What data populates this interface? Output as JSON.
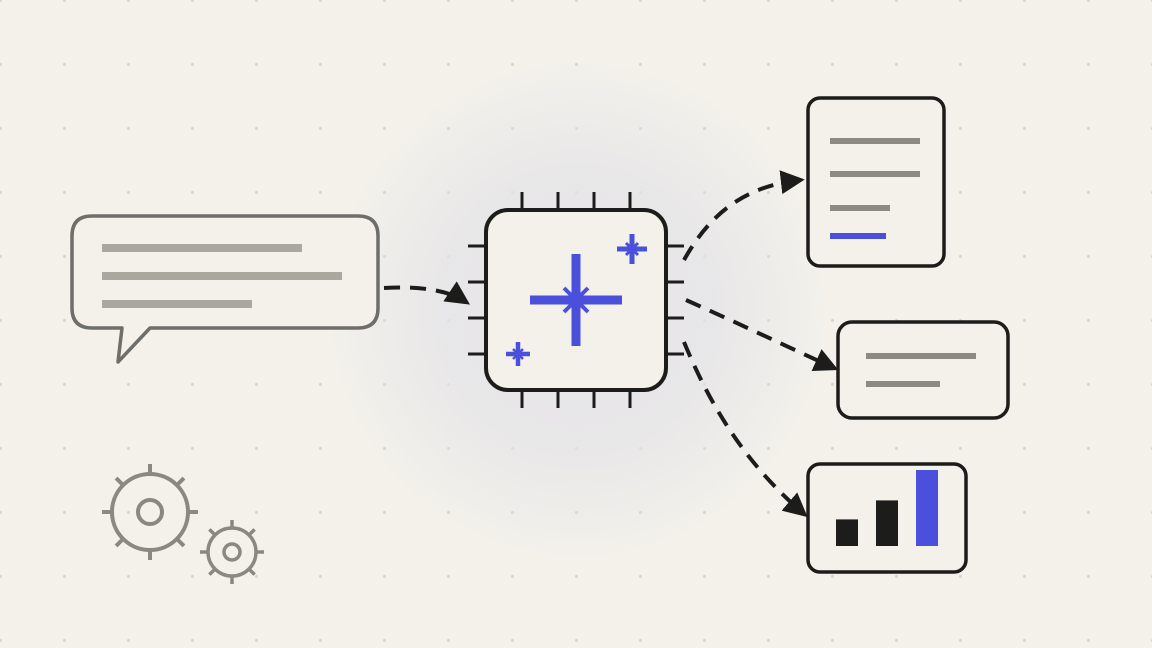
{
  "palette": {
    "background": "#f3f1ea",
    "dot": "#d9d6cd",
    "ink": "#1c1c1a",
    "muted_outline": "#6e6e6a",
    "text_line": "#a9a79e",
    "doc_line": "#8c8b82",
    "accent": "#4a50db",
    "glow": "#e4e3e8",
    "gear": "#8a887f"
  },
  "icons": {
    "input": "chat-bubble-icon",
    "processor": "ai-chip-icon",
    "sparkle": "sparkle-icon",
    "output_document": "document-icon",
    "output_message": "message-card-icon",
    "output_chart": "bar-chart-icon",
    "settings": "gears-icon"
  },
  "output_chart": {
    "bar_levels": [
      0.35,
      0.6,
      1.0
    ],
    "highlighted_bar": 2
  }
}
